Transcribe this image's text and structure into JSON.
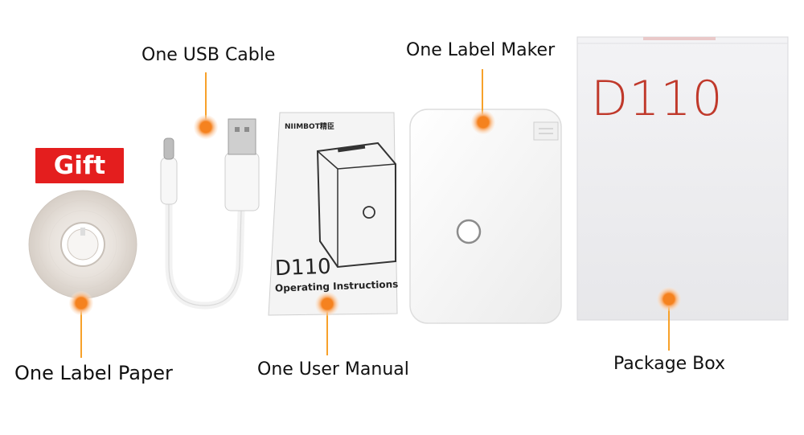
{
  "callouts": {
    "usb_cable": "One USB Cable",
    "label_maker": "One Label Maker",
    "label_paper": "One Label Paper",
    "user_manual": "One User Manual",
    "package_box": "Package Box"
  },
  "gift_badge": "Gift",
  "manual": {
    "brand": "NIIMBOT精臣",
    "model": "D110",
    "subtitle": "Operating Instructions"
  },
  "box": {
    "model": "D110"
  },
  "colors": {
    "marker": "#f5821f",
    "marker_halo": "#fbd3ad",
    "leader_line": "#f7a12a",
    "gift_red": "#e41e1e",
    "box_text_red": "#c0392b"
  }
}
